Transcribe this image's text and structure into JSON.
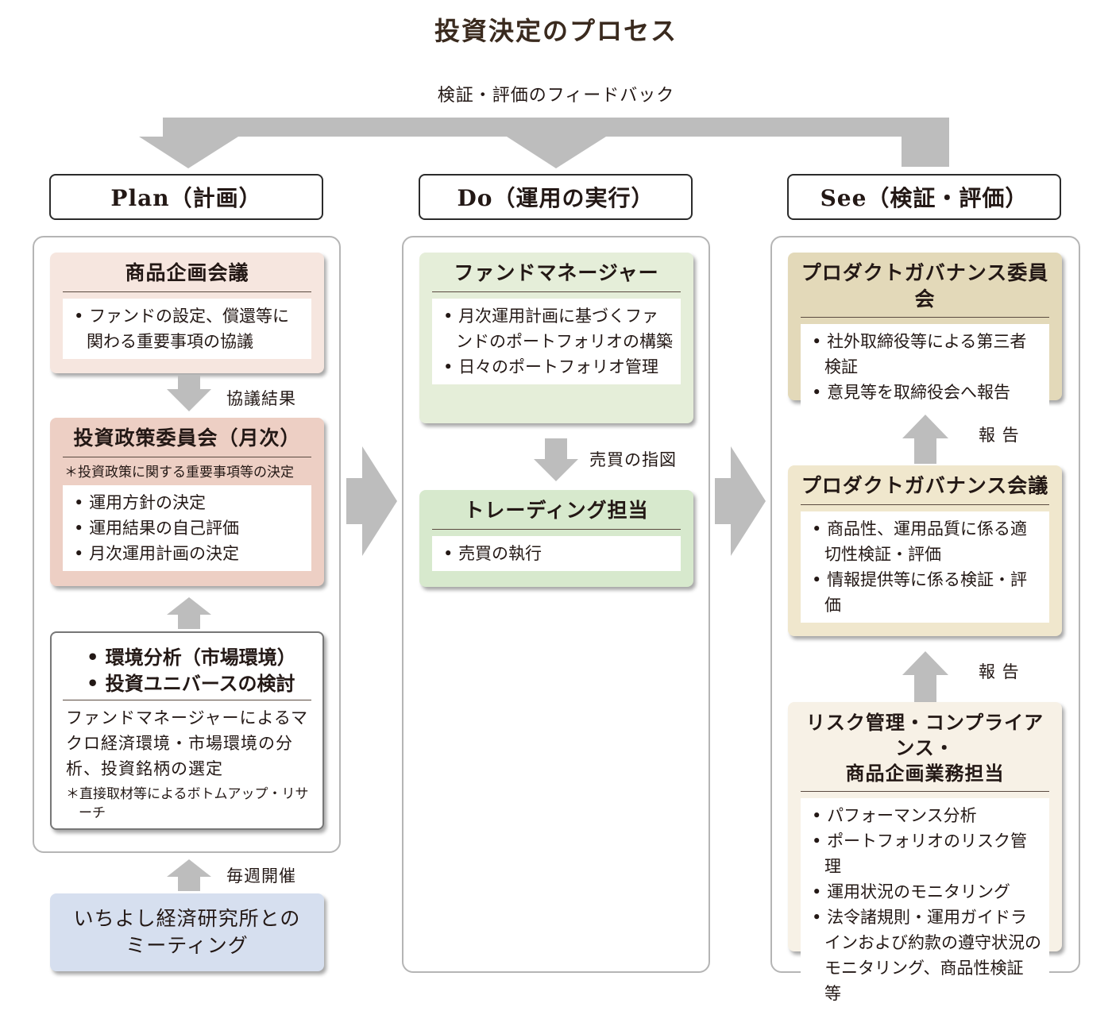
{
  "title": "投資決定のプロセス",
  "feedback_label": "検証・評価のフィードバック",
  "columns": {
    "plan": {
      "header": "Plan（計画）"
    },
    "do": {
      "header": "Do（運用の実行）"
    },
    "see": {
      "header": "See（検証・評価）"
    }
  },
  "plan": {
    "product_meeting": {
      "title": "商品企画会議",
      "items": [
        "ファンドの設定、償還等に関わる重要事項の協議"
      ]
    },
    "arrow_label_1": "協議結果",
    "policy_committee": {
      "title": "投資政策委員会（月次）",
      "note": "＊投資政策に関する重要事項等の決定",
      "items": [
        "運用方針の決定",
        "運用結果の自己評価",
        "月次運用計画の決定"
      ]
    },
    "environment": {
      "items": [
        "環境分析（市場環境）",
        "投資ユニバースの検討"
      ],
      "body": "ファンドマネージャーによるマクロ経済環境・市場環境の分析、投資銘柄の選定",
      "note": "＊直接取材等によるボトムアップ・リサーチ"
    },
    "arrow_label_2": "毎週開催",
    "meeting": {
      "title": "いちよし経済研究所とのミーティング"
    }
  },
  "do": {
    "fund_manager": {
      "title": "ファンドマネージャー",
      "items": [
        "月次運用計画に基づくファンドのポートフォリオの構築",
        "日々のポートフォリオ管理"
      ]
    },
    "arrow_label": "売買の指図",
    "trading": {
      "title": "トレーディング担当",
      "items": [
        "売買の執行"
      ]
    }
  },
  "see": {
    "governance_committee": {
      "title": "プロダクトガバナンス委員会",
      "items": [
        "社外取締役等による第三者検証",
        "意見等を取締役会へ報告"
      ]
    },
    "arrow_label_1": "報 告",
    "governance_meeting": {
      "title": "プロダクトガバナンス会議",
      "items": [
        "商品性、運用品質に係る適切性検証・評価",
        "情報提供等に係る検証・評価"
      ]
    },
    "arrow_label_2": "報 告",
    "risk": {
      "title_line1": "リスク管理・コンプライアンス・",
      "title_line2": "商品企画業務担当",
      "items": [
        "パフォーマンス分析",
        "ポートフォリオのリスク管理",
        "運用状況のモニタリング",
        "法令諸規則・運用ガイドラインおよび約款の遵守状況のモニタリング、商品性検証 等"
      ]
    }
  },
  "colors": {
    "arrow": "#bdbdbd",
    "plan_product": "#f6e6df",
    "plan_policy": "#edcfc4",
    "do_fund_manager": "#e5eed9",
    "do_trading": "#d7e9cd",
    "see_committee": "#e3d9b9",
    "see_meeting": "#f0e7cd",
    "see_risk": "#f7f1e6",
    "meeting": "#d6dfef"
  }
}
